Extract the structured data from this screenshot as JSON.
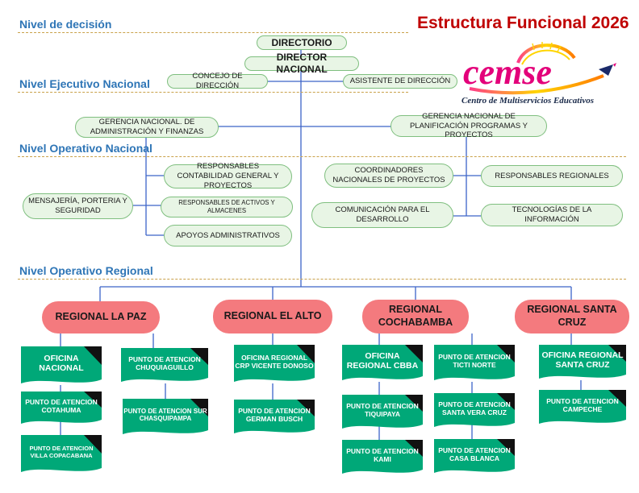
{
  "title": "Estructura Funcional 2026",
  "logo": {
    "name": "cemse",
    "subtitle": "Centro de Multiservicios Educativos"
  },
  "levels": {
    "decision": "Nivel de decisión",
    "ejecutivo": "Nivel Ejecutivo Nacional",
    "operativo_nacional": "Nivel Operativo Nacional",
    "operativo_regional": "Nivel Operativo Regional"
  },
  "nodes": {
    "directorio": "DIRECTORIO",
    "director": "DIRECTOR NACIONAL",
    "concejo": "CONCEJO DE DIRECCIÓN",
    "asistente": "ASISTENTE DE DIRECCIÓN",
    "gerencia_admin": "GERENCIA NACIONAL. DE ADMINISTRACIÓN Y FINANZAS",
    "gerencia_plan": "GERENCIA NACIONAL DE PLANIFICACIÓN PROGRAMAS Y PROYECTOS",
    "resp_contabilidad": "RESPONSABLES CONTABILIDAD GENERAL Y PROYECTOS",
    "mensajeria": "MENSAJERÍA, PORTERIA Y SEGURIDAD",
    "resp_activos": "RESPONSABLES DE ACTIVOS Y ALMACENES",
    "apoyos": "APOYOS ADMINISTRATIVOS",
    "coordinadores": "COORDINADORES NACIONALES DE PROYECTOS",
    "resp_regionales": "RESPONSABLES  REGIONALES",
    "comunicacion": "COMUNICACIÓN PARA EL DESARROLLO",
    "tecnologias": "TECNOLOGÍAS DE LA INFORMACIÓN"
  },
  "regionales": [
    {
      "name": "REGIONAL LA PAZ",
      "offices": [
        "OFICINA NACIONAL",
        "PUNTO DE ATENCION COTAHUMA",
        "PUNTO DE ATENCION VILLA COPACABANA",
        "PUNTO DE ATENCION CHUQUIAGUILLO",
        "PUNTO DE ATENCION SUR CHASQUIPAMPA"
      ]
    },
    {
      "name": "REGIONAL EL ALTO",
      "offices": [
        "OFICINA REGIONAL CRP VICENTE DONOSO",
        "PUNTO DE ATENCION GERMAN BUSCH"
      ]
    },
    {
      "name": "REGIONAL COCHABAMBA",
      "offices": [
        "OFICINA REGIONAL CBBA",
        "PUNTO DE ATENCION TIQUIPAYA",
        "PUNTO DE ATENCION KAMI",
        "PUNTO DE ATENCION TICTI NORTE",
        "PUNTO DE ATENCION SANTA VERA CRUZ",
        "PUNTO DE ATENCION CASA BLANCA"
      ]
    },
    {
      "name": "REGIONAL SANTA CRUZ",
      "offices": [
        "OFICINA REGIONAL SANTA CRUZ",
        "PUNTO DE ATENCION CAMPECHE"
      ]
    }
  ],
  "colors": {
    "accent_blue": "#2e75b6",
    "title_red": "#c00000",
    "regional_red": "#f47a7e",
    "office_green": "#00a878",
    "pill_fill": "#e8f5e5",
    "line_blue": "#3c64c8"
  }
}
